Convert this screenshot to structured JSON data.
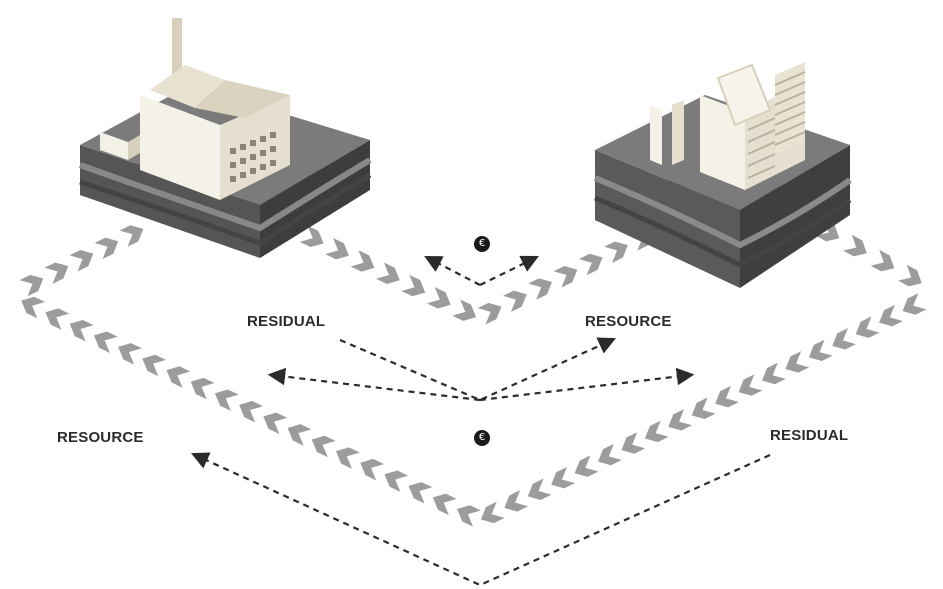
{
  "labels": {
    "residual_left": "RESIDUAL",
    "resource_right": "RESOURCE",
    "resource_left": "RESOURCE",
    "residual_right": "RESIDUAL"
  },
  "currency": {
    "symbol_top": "€",
    "symbol_bottom": "€"
  },
  "colors": {
    "block_top": "#7a7a7a",
    "block_side": "#5f5f5f",
    "block_base": "#262626",
    "arrow_fill": "#9c9c9c",
    "dashed_line": "#2b2b2b",
    "factory_wall": "#f2efe6",
    "factory_roof": "#d9d3c0"
  },
  "icons": {
    "left_building": "factory-icon",
    "right_building": "office-building-icon"
  }
}
